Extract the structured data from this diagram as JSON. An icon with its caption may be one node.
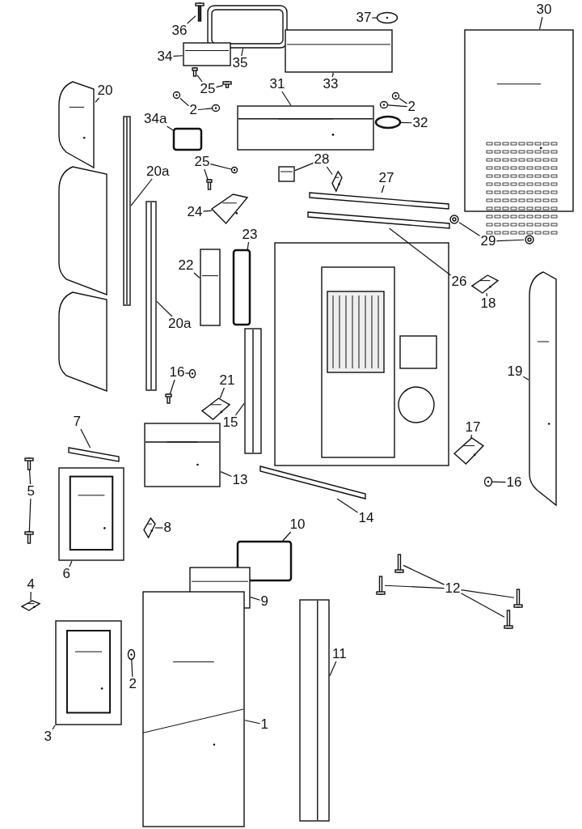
{
  "diagram": {
    "nodes": [
      {
        "text": [
          "36"
        ]
      },
      {
        "text": [],
        "shape": "bar"
      },
      {
        "text": [
          "35"
        ]
      },
      {
        "text": [],
        "shape": "box"
      },
      {
        "text": [
          "37"
        ]
      },
      {
        "text": [],
        "shape": "circle"
      },
      {
        "text": [
          "30"
        ]
      },
      {
        "text": [],
        "shape": "picture"
      },
      {
        "text": [
          "34"
        ]
      },
      {
        "text": [],
        "shape": "box"
      },
      {
        "text": [
          "33"
        ]
      },
      {
        "text": [],
        "shape": "box"
      },
      {
        "text": [
          "25"
        ]
      },
      {
        "text": [],
        "shape": "bar"
      },
      {
        "text": [],
        "shape": "bar"
      },
      {
        "text": [
          "2"
        ]
      },
      {
        "text": [],
        "shape": "circle"
      },
      {
        "text": [],
        "shape": "circle"
      },
      {
        "text": [
          "2"
        ]
      },
      {
        "text": [],
        "shape": "circle"
      },
      {
        "text": [],
        "shape": "circle"
      },
      {
        "text": [
          "31"
        ]
      },
      {
        "text": [],
        "shape": "picture"
      },
      {
        "text": [
          "32"
        ]
      },
      {
        "text": [],
        "shape": "circle"
      },
      {
        "text": [
          "20"
        ]
      },
      {
        "text": [],
        "shape": "picture"
      },
      {
        "text": [
          "34a"
        ]
      },
      {
        "text": [],
        "shape": "box"
      },
      {
        "text": [
          "20a"
        ]
      },
      {
        "text": [],
        "shape": "bar"
      },
      {
        "text": [
          "25"
        ]
      },
      {
        "text": [],
        "shape": "circle"
      },
      {
        "text": [],
        "shape": "bar"
      },
      {
        "text": [
          "28"
        ]
      },
      {
        "text": [],
        "shape": "box"
      },
      {
        "text": [],
        "shape": "picture"
      },
      {
        "text": [
          "27"
        ]
      },
      {
        "text": [],
        "shape": "bar"
      },
      {
        "text": [
          "24"
        ]
      },
      {
        "text": [],
        "shape": "picture"
      },
      {
        "text": [
          "29"
        ]
      },
      {
        "text": [],
        "shape": "circle"
      },
      {
        "text": [],
        "shape": "circle"
      },
      {
        "text": [
          "26"
        ]
      },
      {
        "text": [],
        "shape": "bar"
      },
      {
        "text": [
          "23"
        ]
      },
      {
        "text": [],
        "shape": "box"
      },
      {
        "text": [
          "22"
        ]
      },
      {
        "text": [],
        "shape": "box"
      },
      {
        "text": [
          "18"
        ]
      },
      {
        "text": [],
        "shape": "picture"
      },
      {
        "text": [
          "20a"
        ]
      },
      {
        "text": [],
        "shape": "bar"
      },
      {
        "text": [
          "19"
        ]
      },
      {
        "text": [],
        "shape": "picture"
      },
      {
        "text": [
          "16"
        ]
      },
      {
        "text": [],
        "shape": "circle"
      },
      {
        "text": [],
        "shape": "bar"
      },
      {
        "text": [
          "21"
        ]
      },
      {
        "text": [],
        "shape": "picture"
      },
      {
        "text": [
          "15"
        ]
      },
      {
        "text": [],
        "shape": "bar"
      },
      {
        "text": [
          "17"
        ]
      },
      {
        "text": [],
        "shape": "picture"
      },
      {
        "text": [
          "7"
        ]
      },
      {
        "text": [],
        "shape": "bar"
      },
      {
        "text": [
          "5"
        ]
      },
      {
        "text": [],
        "shape": "bar"
      },
      {
        "text": [],
        "shape": "bar"
      },
      {
        "text": [
          "13"
        ]
      },
      {
        "text": [],
        "shape": "picture"
      },
      {
        "text": [
          "16"
        ]
      },
      {
        "text": [],
        "shape": "circle"
      },
      {
        "text": [
          "14"
        ]
      },
      {
        "text": [],
        "shape": "bar"
      },
      {
        "text": [
          "8"
        ]
      },
      {
        "text": [],
        "shape": "picture"
      },
      {
        "text": [
          "10"
        ]
      },
      {
        "text": [],
        "shape": "box"
      },
      {
        "text": [
          "6"
        ]
      },
      {
        "text": [],
        "shape": "picture"
      },
      {
        "text": [
          "12"
        ]
      },
      {
        "text": [],
        "shape": "bar"
      },
      {
        "text": [],
        "shape": "bar"
      },
      {
        "text": [],
        "shape": "bar"
      },
      {
        "text": [],
        "shape": "bar"
      },
      {
        "text": [
          "9"
        ]
      },
      {
        "text": [],
        "shape": "box"
      },
      {
        "text": [
          "4"
        ]
      },
      {
        "text": [],
        "shape": "picture"
      },
      {
        "text": [
          "11"
        ]
      },
      {
        "text": [],
        "shape": "bar"
      },
      {
        "text": [
          "2"
        ]
      },
      {
        "text": [],
        "shape": "circle"
      },
      {
        "text": [
          "3"
        ]
      },
      {
        "text": [],
        "shape": "picture"
      },
      {
        "text": [
          "1"
        ]
      },
      {
        "text": [],
        "shape": "picture"
      }
    ],
    "edges": [
      {
        "from": 0,
        "to": 1,
        "arrow": "none"
      },
      {
        "from": 2,
        "to": 3,
        "arrow": "none"
      },
      {
        "from": 4,
        "to": 5,
        "arrow": "none"
      },
      {
        "from": 6,
        "to": 7,
        "arrow": "none"
      },
      {
        "from": 8,
        "to": 9,
        "arrow": "none"
      },
      {
        "from": 10,
        "to": 11,
        "arrow": "none"
      },
      {
        "from": 12,
        "to": 13,
        "arrow": "none"
      },
      {
        "from": 12,
        "to": 14,
        "arrow": "none"
      },
      {
        "from": 15,
        "to": 16,
        "arrow": "none"
      },
      {
        "from": 15,
        "to": 17,
        "arrow": "none"
      },
      {
        "from": 18,
        "to": 19,
        "arrow": "none"
      },
      {
        "from": 18,
        "to": 20,
        "arrow": "none"
      },
      {
        "from": 21,
        "to": 22,
        "arrow": "none"
      },
      {
        "from": 23,
        "to": 24,
        "arrow": "none"
      },
      {
        "from": 25,
        "to": 26,
        "arrow": "none"
      },
      {
        "from": 27,
        "to": 28,
        "arrow": "none"
      },
      {
        "from": 29,
        "to": 30,
        "arrow": "none"
      },
      {
        "from": 31,
        "to": 32,
        "arrow": "none"
      },
      {
        "from": 31,
        "to": 33,
        "arrow": "none"
      },
      {
        "from": 34,
        "to": 35,
        "arrow": "none"
      },
      {
        "from": 34,
        "to": 36,
        "arrow": "none"
      },
      {
        "from": 37,
        "to": 38,
        "arrow": "none"
      },
      {
        "from": 39,
        "to": 40,
        "arrow": "none"
      },
      {
        "from": 41,
        "to": 42,
        "arrow": "none"
      },
      {
        "from": 41,
        "to": 43,
        "arrow": "none"
      },
      {
        "from": 44,
        "to": 45,
        "arrow": "none"
      },
      {
        "from": 46,
        "to": 47,
        "arrow": "none"
      },
      {
        "from": 48,
        "to": 49,
        "arrow": "none"
      },
      {
        "from": 50,
        "to": 51,
        "arrow": "none"
      },
      {
        "from": 52,
        "to": 53,
        "arrow": "none"
      },
      {
        "from": 54,
        "to": 55,
        "arrow": "none"
      },
      {
        "from": 56,
        "to": 57,
        "arrow": "none"
      },
      {
        "from": 56,
        "to": 58,
        "arrow": "none"
      },
      {
        "from": 59,
        "to": 60,
        "arrow": "none"
      },
      {
        "from": 61,
        "to": 62,
        "arrow": "none"
      },
      {
        "from": 63,
        "to": 64,
        "arrow": "none"
      },
      {
        "from": 65,
        "to": 66,
        "arrow": "none"
      },
      {
        "from": 67,
        "to": 68,
        "arrow": "none"
      },
      {
        "from": 67,
        "to": 69,
        "arrow": "none"
      },
      {
        "from": 70,
        "to": 71,
        "arrow": "none"
      },
      {
        "from": 72,
        "to": 73,
        "arrow": "none"
      },
      {
        "from": 74,
        "to": 75,
        "arrow": "none"
      },
      {
        "from": 76,
        "to": 77,
        "arrow": "none"
      },
      {
        "from": 78,
        "to": 79,
        "arrow": "none"
      },
      {
        "from": 80,
        "to": 81,
        "arrow": "none"
      },
      {
        "from": 82,
        "to": 83,
        "arrow": "none"
      },
      {
        "from": 82,
        "to": 84,
        "arrow": "none"
      },
      {
        "from": 82,
        "to": 85,
        "arrow": "none"
      },
      {
        "from": 82,
        "to": 86,
        "arrow": "none"
      },
      {
        "from": 87,
        "to": 88,
        "arrow": "none"
      },
      {
        "from": 89,
        "to": 90,
        "arrow": "none"
      },
      {
        "from": 91,
        "to": 92,
        "arrow": "none"
      },
      {
        "from": 93,
        "to": 94,
        "arrow": "none"
      },
      {
        "from": 95,
        "to": 96,
        "arrow": "none"
      },
      {
        "from": 97,
        "to": 98,
        "arrow": "none"
      }
    ]
  }
}
